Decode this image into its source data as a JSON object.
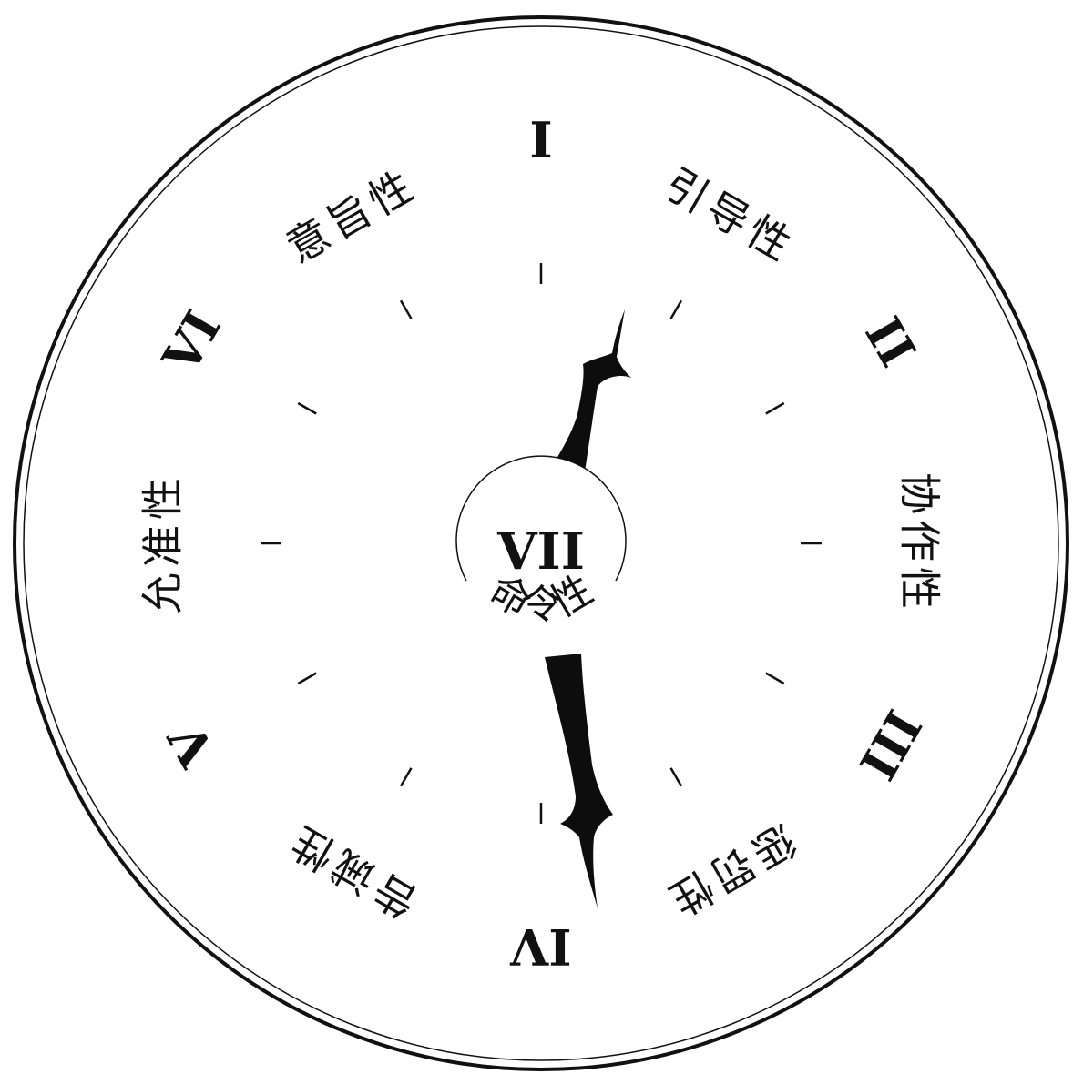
{
  "dial": {
    "sectors": [
      {
        "numeral": "I",
        "label": ""
      },
      {
        "numeral": "",
        "label": "引导性"
      },
      {
        "numeral": "II",
        "label": ""
      },
      {
        "numeral": "",
        "label": "协作性"
      },
      {
        "numeral": "III",
        "label": ""
      },
      {
        "numeral": "",
        "label": "惩罚性"
      },
      {
        "numeral": "IV",
        "label": ""
      },
      {
        "numeral": "",
        "label": "告诫性"
      },
      {
        "numeral": "V",
        "label": ""
      },
      {
        "numeral": "",
        "label": "允准性"
      },
      {
        "numeral": "VI",
        "label": ""
      },
      {
        "numeral": "",
        "label": "意旨性"
      }
    ],
    "center": {
      "numeral": "VII",
      "label": "命令性"
    },
    "colors": {
      "ink": "#111111",
      "background": "#ffffff"
    }
  }
}
